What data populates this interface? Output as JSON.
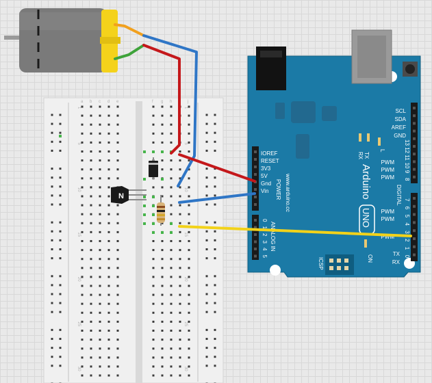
{
  "board": {
    "brand": "Arduino",
    "model": "UNO",
    "website": "www.arduino.cc",
    "on_label": "ON",
    "icsp_label": "ICSP",
    "tx_led": "TX",
    "rx_led": "RX",
    "l_led": "L",
    "power_header_label": "POWER",
    "analog_header_label": "ANALOG IN",
    "digital_header_label": "DIGITAL",
    "power_pins": [
      "IOREF",
      "RESET",
      "3V3",
      "5V",
      "Gnd",
      "Vin"
    ],
    "analog_pin_numbers": [
      "0",
      "1",
      "2",
      "3",
      "4",
      "5"
    ],
    "digital_top_labels": [
      "SCL",
      "SDA",
      "AREF",
      "GND"
    ],
    "pwm_labels": [
      "PWM",
      "PWM",
      "PWM",
      "PWM",
      "PWM",
      "PWM"
    ],
    "serial_labels": [
      "TX",
      "RX"
    ],
    "pwm_label_tilde": "~",
    "digital_numbers_a": [
      "13",
      "12",
      "11",
      "10",
      "9",
      "8"
    ],
    "digital_numbers_b": [
      "7",
      "6",
      "5",
      "4",
      "3",
      "2",
      "1",
      "0"
    ]
  },
  "breadboard": {
    "row_numbers": [
      "1",
      "5",
      "10",
      "15",
      "20",
      "25",
      "30"
    ],
    "col_letters": [
      "a",
      "b",
      "c",
      "d",
      "e",
      "f",
      "g",
      "h",
      "i",
      "j"
    ]
  },
  "transistor": {
    "label": "N"
  },
  "colors": {
    "board_blue": "#1b7aa6",
    "wire_red": "#c4181b",
    "wire_blue": "#2f76c6",
    "wire_yellow": "#f2d21a",
    "wire_green": "#3ea33a",
    "wire_orange": "#f1a01e",
    "motor_cap": "#f4d21b"
  }
}
